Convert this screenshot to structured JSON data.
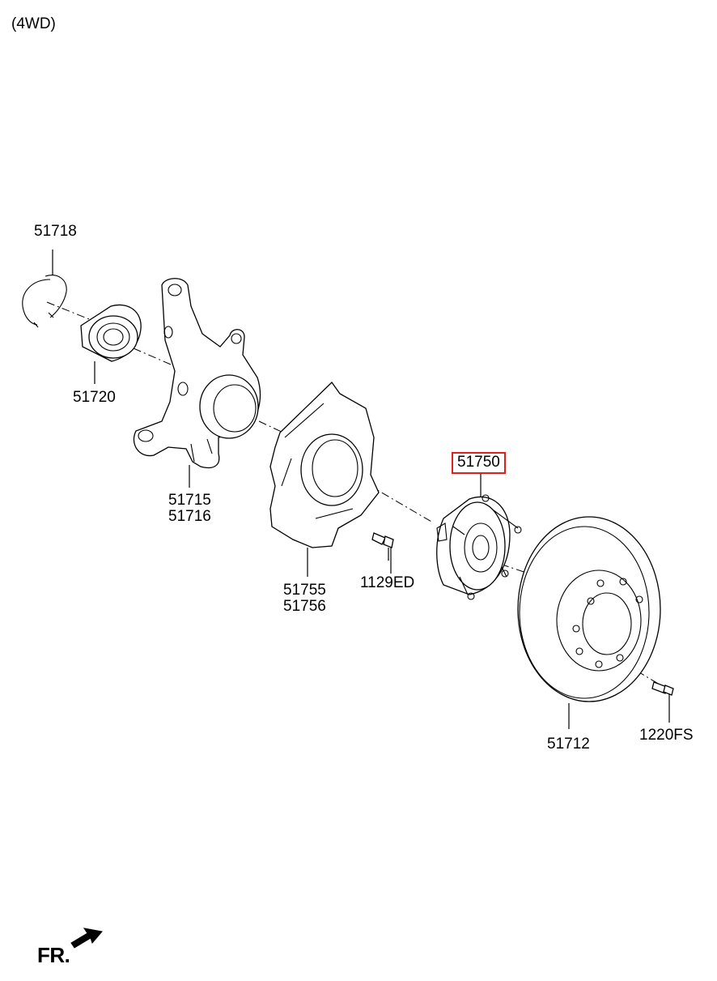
{
  "diagram": {
    "variant_label": "(4WD)",
    "front_marker": "FR.",
    "parts": [
      {
        "id": "snap-ring",
        "numbers": [
          "51718"
        ]
      },
      {
        "id": "wheel-bearing",
        "numbers": [
          "51720"
        ]
      },
      {
        "id": "steering-knuckle",
        "numbers": [
          "51715",
          "51716"
        ]
      },
      {
        "id": "dust-cover",
        "numbers": [
          "51755",
          "51756"
        ]
      },
      {
        "id": "dust-cover-bolt",
        "numbers": [
          "1129ED"
        ]
      },
      {
        "id": "hub-assembly",
        "numbers": [
          "51750"
        ],
        "highlighted": true
      },
      {
        "id": "brake-disc",
        "numbers": [
          "51712"
        ]
      },
      {
        "id": "disc-screw",
        "numbers": [
          "1220FS"
        ]
      }
    ]
  },
  "colors": {
    "highlight": "#e0201b",
    "line": "#000000"
  }
}
